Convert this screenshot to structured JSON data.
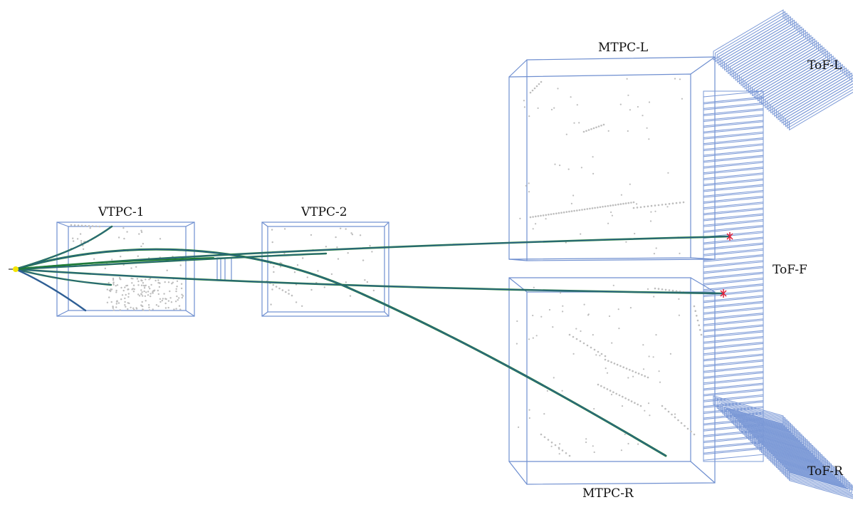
{
  "labels": {
    "vtpc1": "VTPC-1",
    "vtpc2": "VTPC-2",
    "mtpc_l": "MTPC-L",
    "mtpc_r": "MTPC-R",
    "tof_l": "ToF-L",
    "tof_f": "ToF-F",
    "tof_r": "ToF-R"
  },
  "colors": {
    "detector_outline": "#6f8fd0",
    "tof_outline": "#7a98d6",
    "track_green": "#1f7a3a",
    "track_blue": "#2f5f95",
    "hit_gray": "#bdbdbd",
    "vertex": "#f4e400",
    "tof_hit": "#e0203a"
  }
}
